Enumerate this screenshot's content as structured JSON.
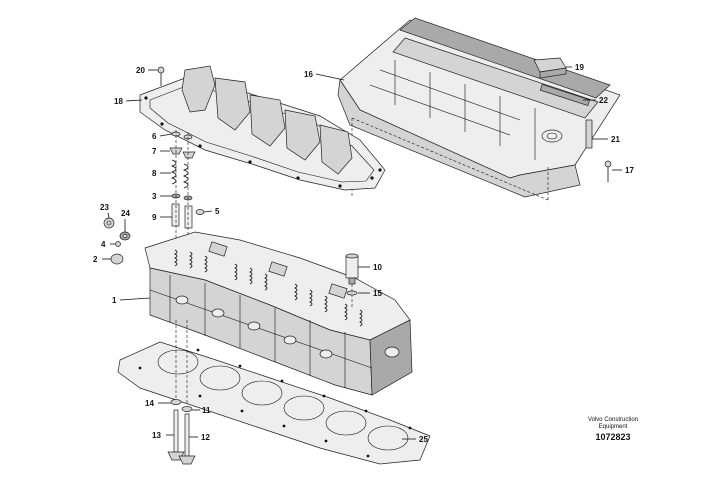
{
  "callouts": {
    "n1": "1",
    "n2": "2",
    "n3": "3",
    "n4": "4",
    "n5": "5",
    "n6": "6",
    "n7": "7",
    "n8": "8",
    "n9": "9",
    "n10": "10",
    "n11": "11",
    "n12": "12",
    "n13": "13",
    "n14": "14",
    "n15": "15",
    "n16": "16",
    "n17": "17",
    "n18": "18",
    "n19": "19",
    "n20": "20",
    "n21": "21",
    "n22": "22",
    "n23": "23",
    "n24": "24",
    "n25": "25"
  },
  "footer": {
    "line1": "Volvo Construction",
    "line2": "Equipment",
    "drawing_number": "1072823"
  },
  "colors": {
    "ink": "#111111",
    "metal_light": "#eeeeee",
    "metal": "#d4d4d4",
    "metal_dark": "#a9a9a9"
  }
}
